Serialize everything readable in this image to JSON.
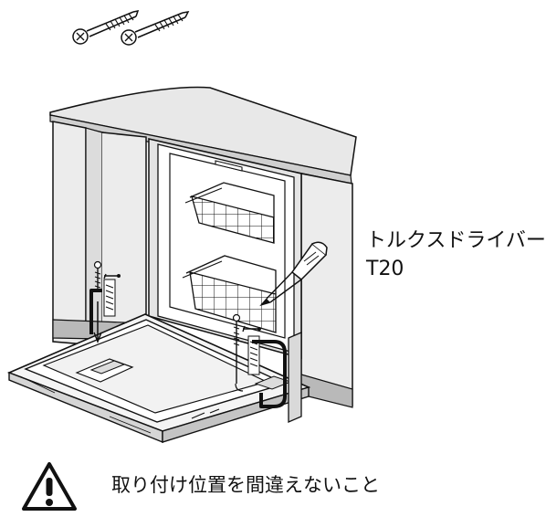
{
  "tool_label": {
    "line1": "トルクスドライバー",
    "line2": "T20"
  },
  "warning": {
    "icon": "warning-triangle-icon",
    "text": "取り付け位置を間違えないこと"
  },
  "colors": {
    "line": "#111111",
    "gray_light": "#e6e6e6",
    "gray_mid": "#cfcfcf",
    "gray_dark": "#a9a9a9",
    "white": "#ffffff"
  }
}
